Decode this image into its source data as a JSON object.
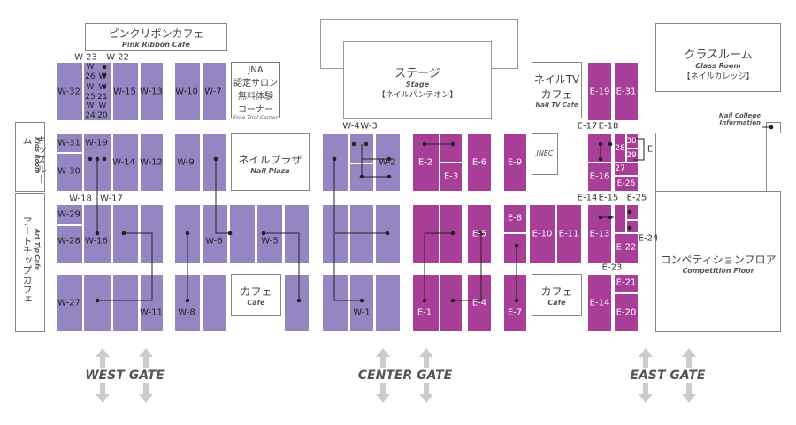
{
  "facilities": {
    "pink_ribbon": {
      "jp": "ピンクリボンカフェ",
      "en": "Pink Ribbon Cafe"
    },
    "stage": {
      "jp": "ステージ",
      "en": "Stage",
      "sub": "【ネイルパンテオン】"
    },
    "class_room": {
      "jp": "クラスルーム",
      "en": "Class Room",
      "sub": "【ネイルカレッジ】"
    },
    "jna_salon": {
      "l1": "JNA",
      "l2": "認定サロン",
      "l3": "無料体験",
      "l4": "コーナー",
      "en": "Free Trial Corner"
    },
    "nail_plaza": {
      "jp": "ネイルプラザ",
      "en": "Nail Plaza"
    },
    "cafe_west": {
      "jp": "カフェ",
      "en": "Cafe"
    },
    "cafe_east": {
      "jp": "カフェ",
      "en": "Cafe"
    },
    "nail_tv": {
      "l1": "ネイルTV",
      "l2": "カフェ",
      "en": "Nail TV Cafe"
    },
    "jnec": {
      "jp": "JNEC"
    },
    "kids_room": {
      "jp": "キッズルーム",
      "en": "Kids Room"
    },
    "art_tip_cafe": {
      "jp": "アートチップカフェ",
      "en": "Art Tip Cafe"
    },
    "competition": {
      "jp": "コンペティションフロア",
      "en": "Competition Floor"
    },
    "nail_college_info": {
      "l1": "Nail College",
      "l2": "Information"
    }
  },
  "booths": {
    "W-32": "W-32",
    "W-15": "W-15",
    "W-13": "W-13",
    "W-10": "W-10",
    "W-7": "W-7",
    "W-31": "W-31",
    "W-30": "W-30",
    "W-19": "W-19",
    "W-14": "W-14",
    "W-12": "W-12",
    "W-9": "W-9",
    "W-29": "W-29",
    "W-28": "W-28",
    "W-16": "W-16",
    "W-6": "W-6",
    "W-5": "W-5",
    "W-27": "W-27",
    "W-11": "W-11",
    "W-8": "W-8",
    "W-4": "W-4",
    "W-3": "W-3",
    "W-2": "W-2",
    "W-1": "W-1",
    "W-23": "W-23",
    "W-22": "W-22",
    "W-18": "W-18",
    "W-17": "W-17",
    "W-26": "26",
    "W-25": "25",
    "W-24": "24",
    "W-21": "21",
    "W-20": "20",
    "Wcol1": "W",
    "Wcol2": "W",
    "E-2": "E-2",
    "E-3": "E-3",
    "E-6": "E-6",
    "E-9": "E-9",
    "E-5": "E-5",
    "E-8": "E-8",
    "E-10": "E-10",
    "E-11": "E-11",
    "E-1": "E-1",
    "E-4": "E-4",
    "E-7": "E-7",
    "E-19": "E-19",
    "E-31": "E-31",
    "E-16": "E-16",
    "E-26": "E-26",
    "E-28": "28",
    "E-27": "27",
    "E-29": "29",
    "E-30": "30",
    "E-group": "E",
    "E-17": "E-17",
    "E-18": "E-18",
    "E-14a": "E-14",
    "E-15": "E-15",
    "E-25": "E-25",
    "E-13": "E-13",
    "E-22": "E-22",
    "E-24": "E-24",
    "E-23": "E-23",
    "E-14": "E-14",
    "E-21": "E-21",
    "E-20": "E-20"
  },
  "gates": {
    "west": "WEST GATE",
    "center": "CENTER GATE",
    "east": "EAST GATE"
  },
  "colors": {
    "west_booth": "#9585c2",
    "east_booth": "#a83e98",
    "gate_arrow": "#cccccc"
  }
}
